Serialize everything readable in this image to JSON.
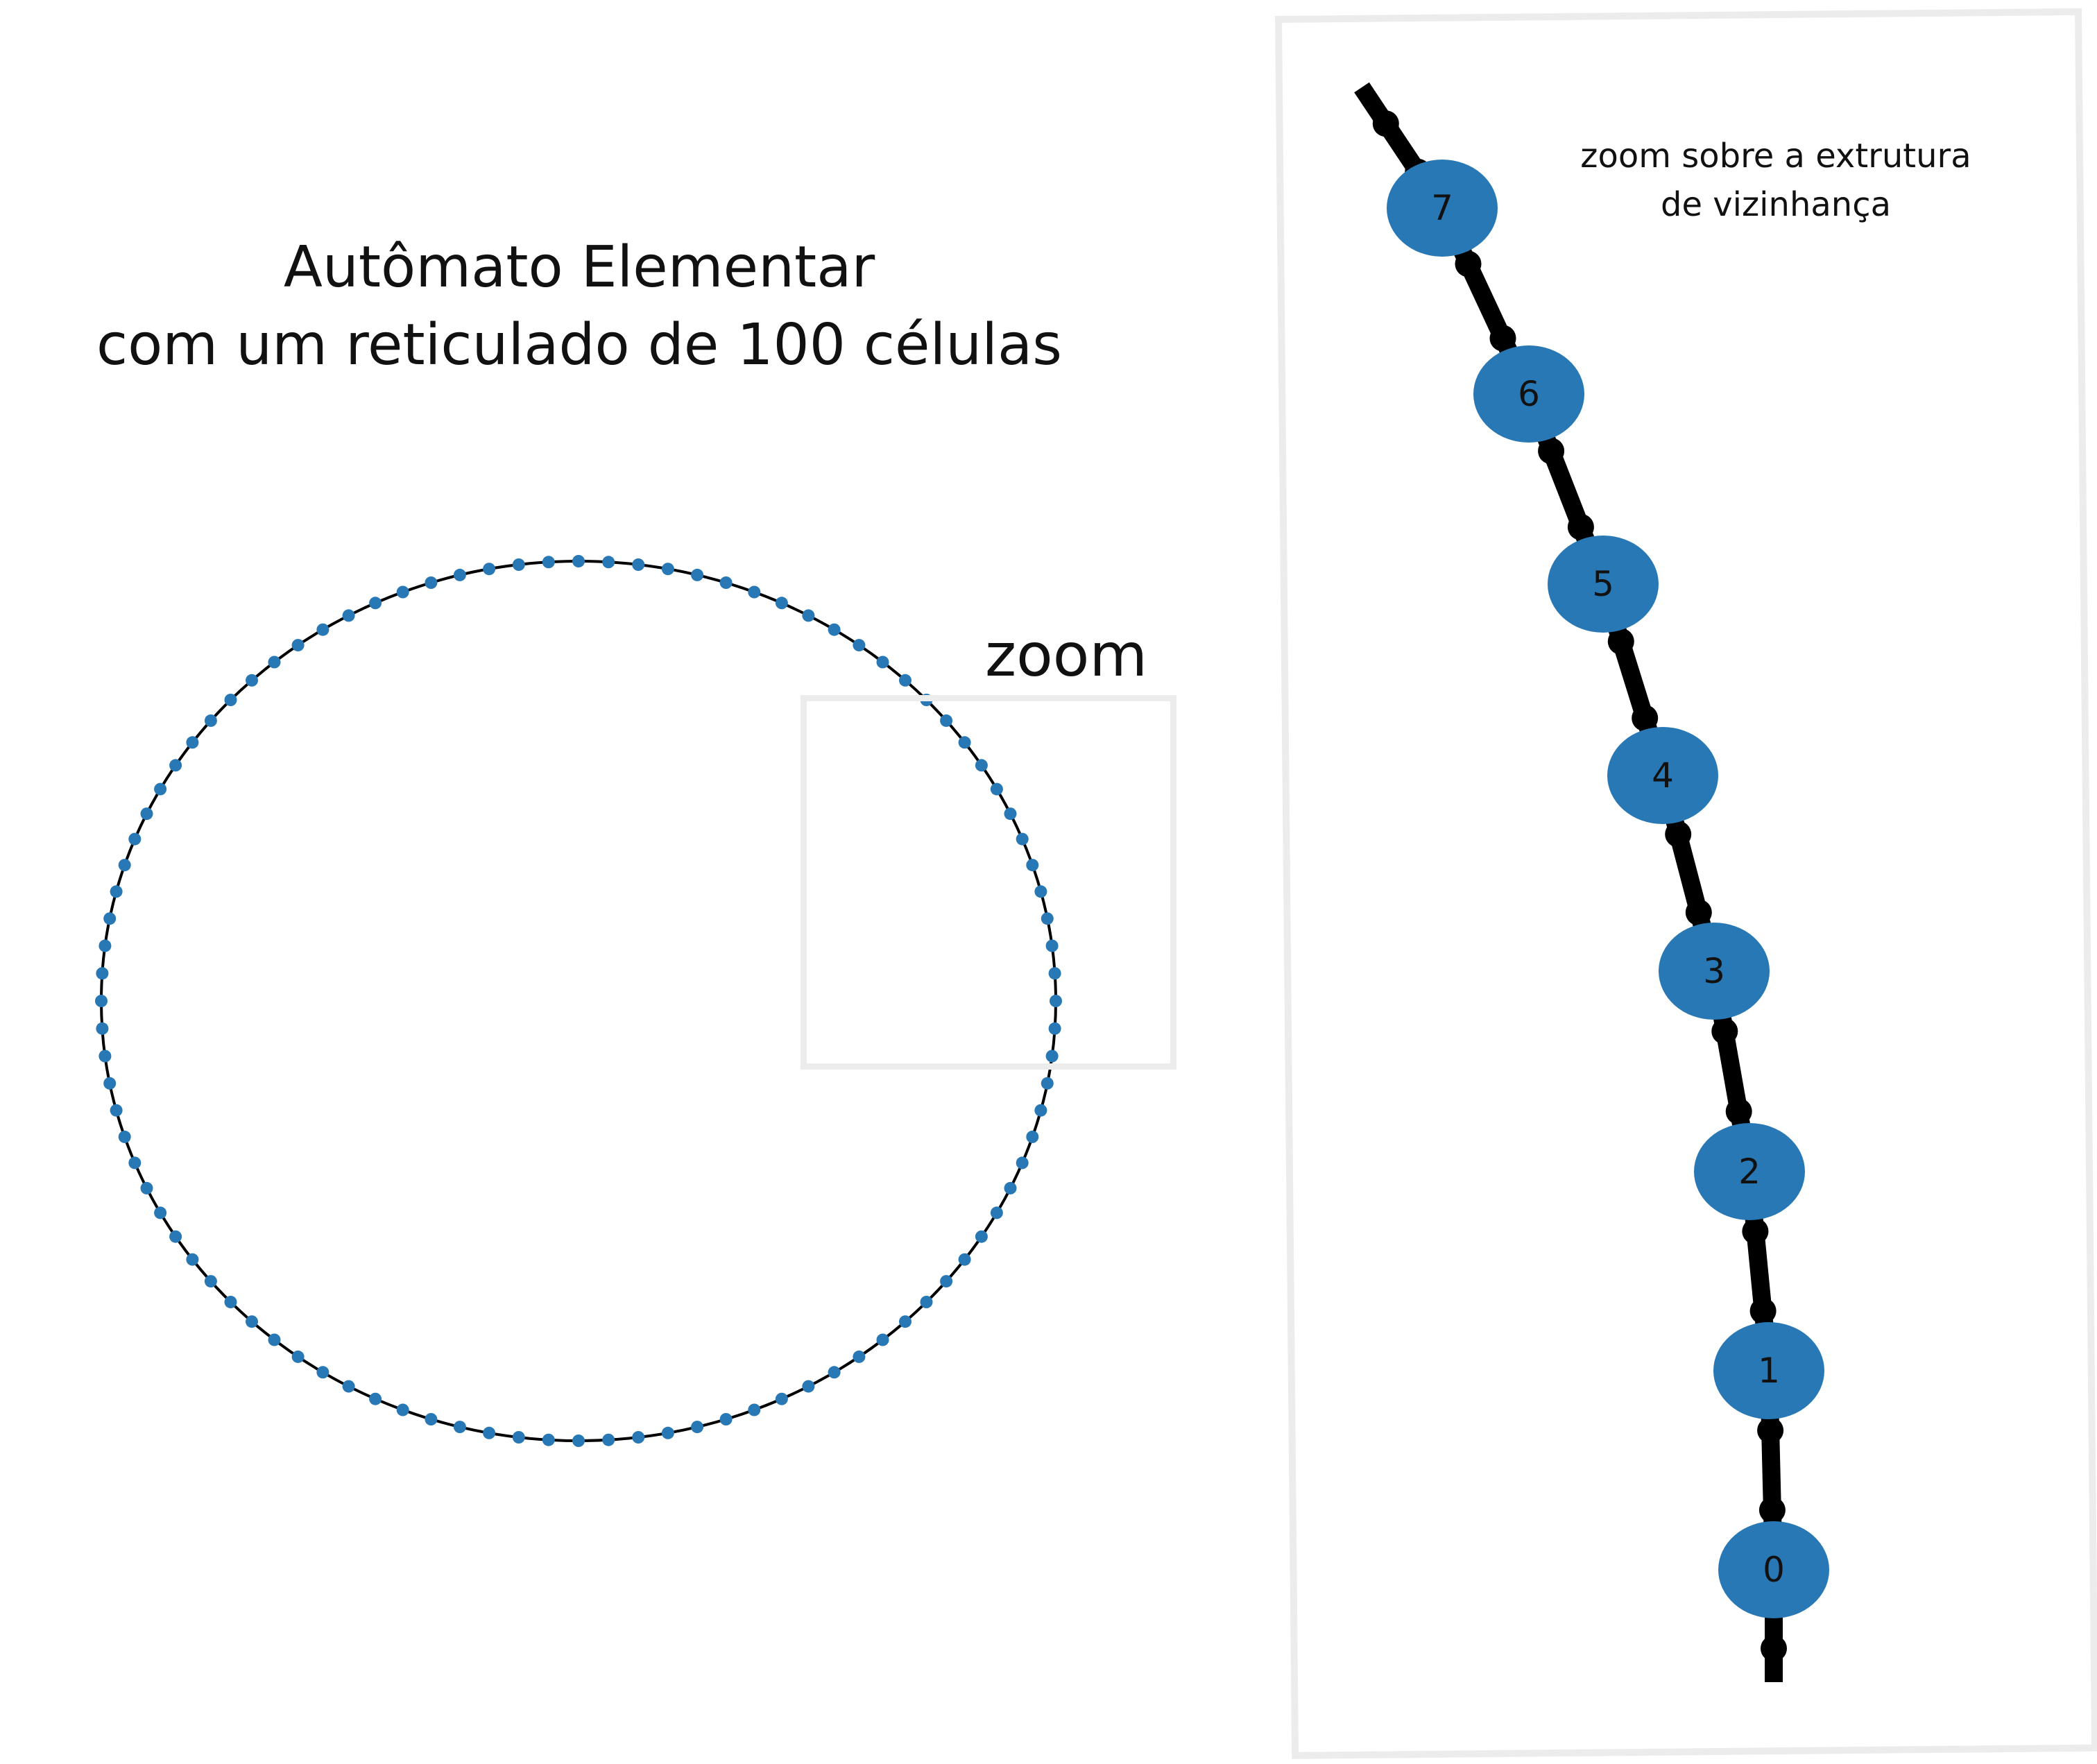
{
  "title": {
    "line1": "Autômato Elementar",
    "line2": "com um reticulado de 100 células"
  },
  "ring": {
    "cell_count": 100
  },
  "zoom_label": "zoom",
  "zoom_panel": {
    "note_line1": "zoom sobre a extrutura",
    "note_line2": "de vizinhança",
    "nodes": [
      "0",
      "1",
      "2",
      "3",
      "4",
      "5",
      "6",
      "7"
    ]
  },
  "colors": {
    "node": "#2878b5",
    "edge": "#000000",
    "frame": "#ececec"
  }
}
